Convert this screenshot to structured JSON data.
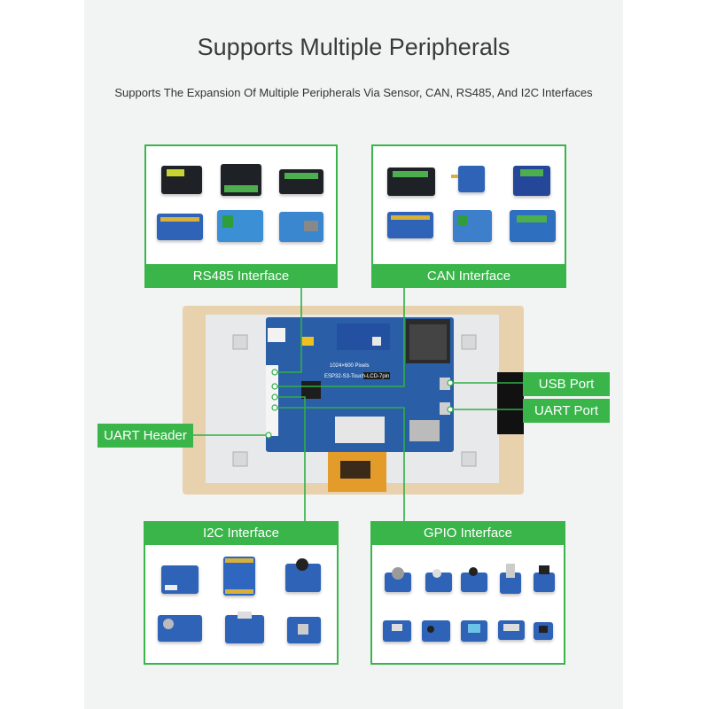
{
  "header": {
    "title": "Supports Multiple Peripherals",
    "subtitle": "Supports The Expansion Of Multiple Peripherals Via Sensor, CAN, RS485, And I2C Interfaces"
  },
  "labels": {
    "rs485": "RS485 Interface",
    "can": "CAN Interface",
    "i2c": "I2C Interface",
    "gpio": "GPIO Interface",
    "usb": "USB Port",
    "uart_port": "UART Port",
    "uart_header": "UART Header"
  },
  "board": {
    "pixels": "1024×600 Pixels",
    "model": "ESP32-S3-Touch-LCD-7pin"
  },
  "colors": {
    "accent": "#39b54a",
    "pcb": "#2a5fa8",
    "frame": "#e8d2ae"
  }
}
